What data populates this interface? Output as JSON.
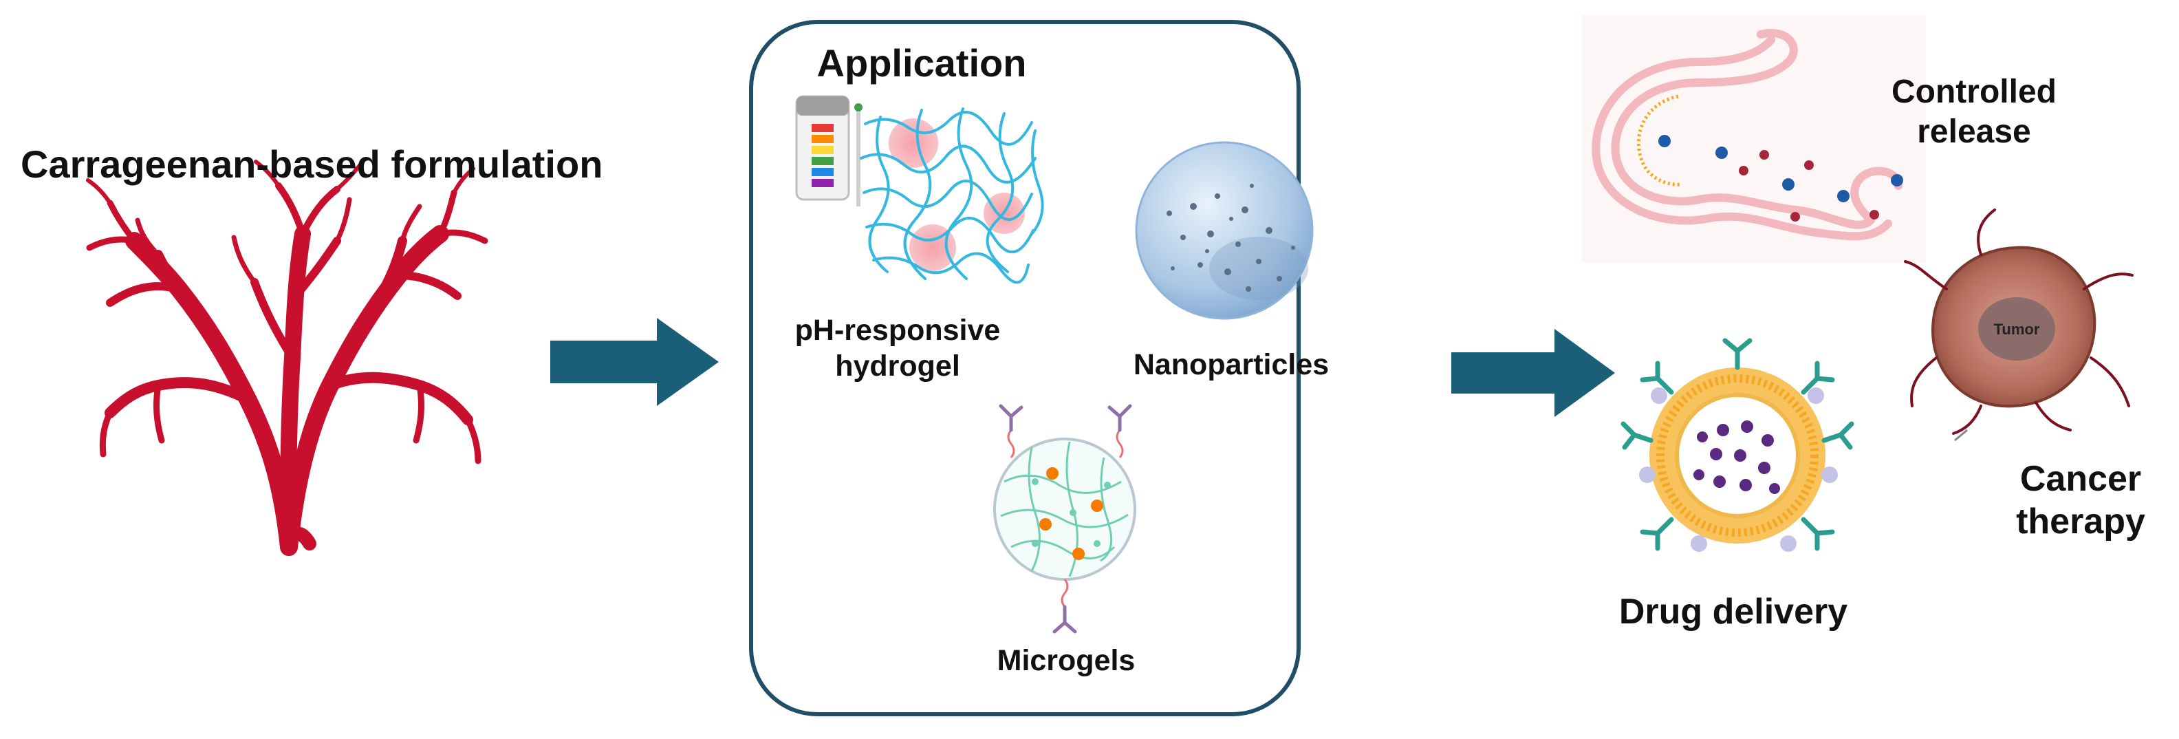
{
  "left": {
    "title": "Carrageenan-based formulation",
    "icon": "red-seaweed-icon"
  },
  "application": {
    "title": "Application",
    "items": [
      {
        "label_lines": [
          "pH-responsive",
          "hydrogel"
        ],
        "icon": "hydrogel-network-icon"
      },
      {
        "label": "Nanoparticles",
        "icon": "nanoparticle-sphere-icon"
      },
      {
        "label": "Microgels",
        "icon": "microgel-icon"
      }
    ],
    "ph_strip_colors": [
      "#e53935",
      "#fb8c00",
      "#fdd835",
      "#43a047",
      "#1e88e5",
      "#8e24aa"
    ]
  },
  "outcomes": {
    "controlled_release": [
      "Controlled",
      "release"
    ],
    "drug_delivery": "Drug delivery",
    "cancer_therapy": [
      "Cancer",
      "therapy"
    ],
    "tumor_label": "Tumor"
  },
  "colors": {
    "arrow": "#1b5e78",
    "box_border": "#1f4e66",
    "seaweed": "#c8102e",
    "network": "#35b8e0",
    "liposome": "#f5a623"
  }
}
